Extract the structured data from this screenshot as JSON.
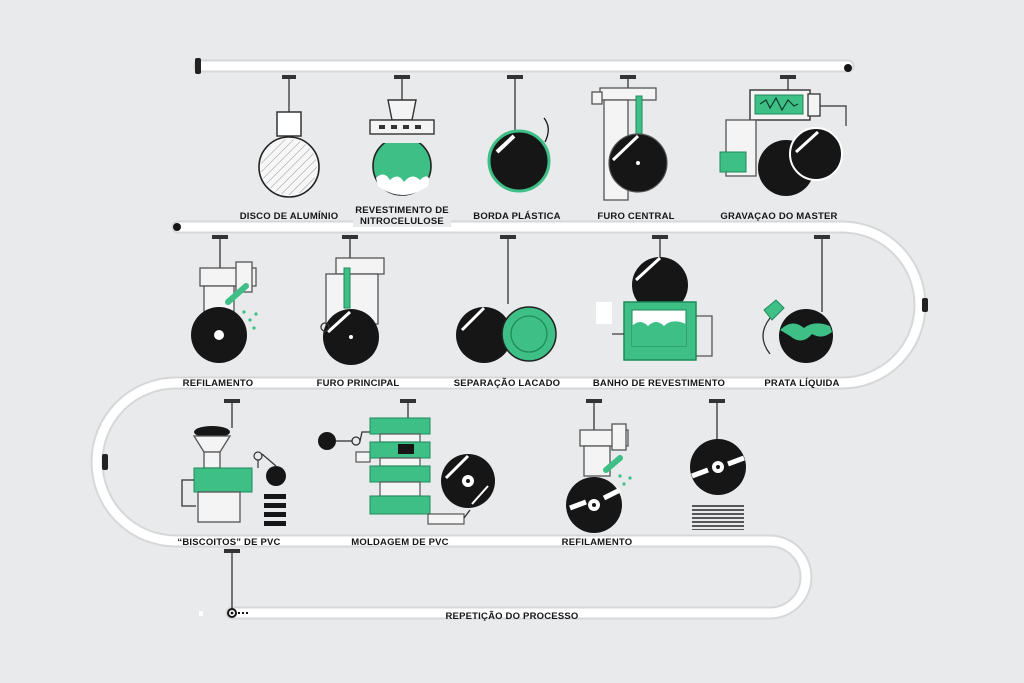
{
  "colors": {
    "background": "#e9eaeb",
    "track": "#ffffff",
    "ink": "#161616",
    "accent": "#3dbf86",
    "accent_dark": "#1f8a5a",
    "machine_fill": "#f4f4f4",
    "machine_line": "#555555"
  },
  "steps": [
    {
      "id": "disco-aluminio",
      "label": "DISCO DE ALUMÍNIO",
      "icon": "aluminum-disc-icon"
    },
    {
      "id": "revestimento-nitrocelulose",
      "label": "REVESTIMENTO DE\nNITROCELULOSE",
      "icon": "lacquer-coating-icon"
    },
    {
      "id": "borda-plastica",
      "label": "BORDA PLÁSTICA",
      "icon": "plastic-edge-disc-icon"
    },
    {
      "id": "furo-central",
      "label": "FURO CENTRAL",
      "icon": "center-hole-drill-icon"
    },
    {
      "id": "gravacao-master",
      "label": "GRAVAÇAO DO MASTER",
      "icon": "master-cutting-lathe-icon"
    },
    {
      "id": "refilamento-1",
      "label": "REFILAMENTO",
      "icon": "trimming-machine-icon"
    },
    {
      "id": "furo-principal",
      "label": "FURO PRINCIPAL",
      "icon": "main-hole-drill-icon"
    },
    {
      "id": "separacao-lacado",
      "label": "SEPARAÇÃO LACADO",
      "icon": "lacquer-separation-icon"
    },
    {
      "id": "banho-revestimento",
      "label": "BANHO DE REVESTIMENTO",
      "icon": "coating-bath-icon"
    },
    {
      "id": "prata-liquida",
      "label": "PRATA LÍQUIDA",
      "icon": "liquid-silver-icon"
    },
    {
      "id": "biscoitos-pvc",
      "label": "“BISCOITOS” DE PVC",
      "icon": "pvc-pellet-extruder-icon"
    },
    {
      "id": "moldagem-pvc",
      "label": "MOLDAGEM DE PVC",
      "icon": "pvc-press-icon"
    },
    {
      "id": "refilamento-2",
      "label": "REFILAMENTO",
      "icon": "trimming-machine-icon"
    },
    {
      "id": "disco-final",
      "label": "",
      "icon": "finished-record-stack-icon"
    },
    {
      "id": "repeticao",
      "label": "REPETIÇÃO DO PROCESSO",
      "icon": "loop-end-icon"
    }
  ]
}
